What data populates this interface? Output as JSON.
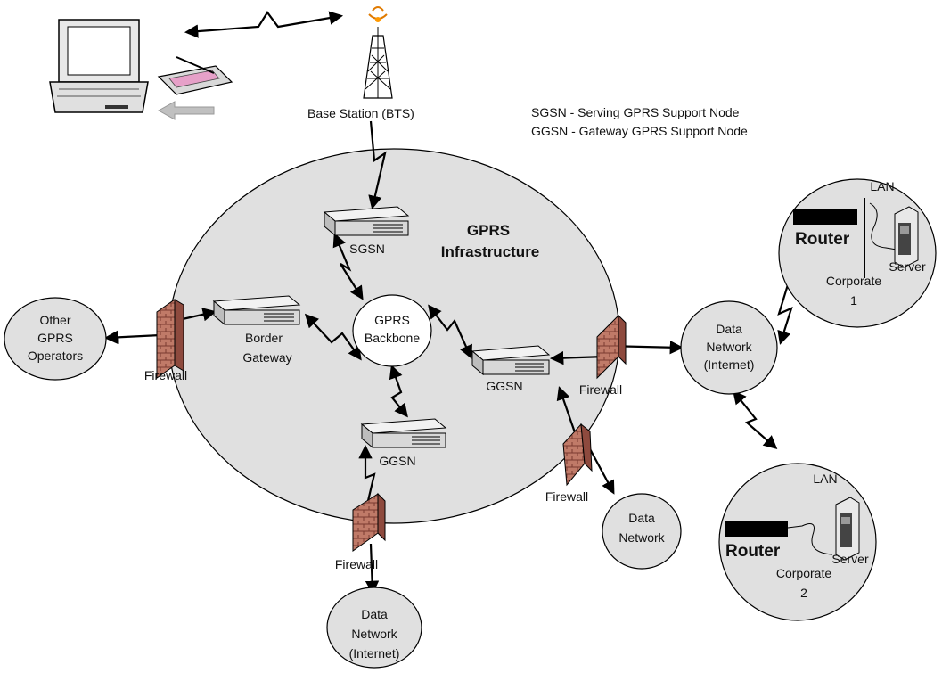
{
  "legend": {
    "sgsn": "SGSN - Serving GPRS Support Node",
    "ggsn": "GGSN - Gateway GPRS Support Node"
  },
  "labels": {
    "base_station": "Base Station (BTS)",
    "infrastructure_line1": "GPRS",
    "infrastructure_line2": "Infrastructure",
    "sgsn": "SGSN",
    "backbone_line1": "GPRS",
    "backbone_line2": "Backbone",
    "border_gateway_line1": "Border",
    "border_gateway_line2": "Gateway",
    "ggsn_right": "GGSN",
    "ggsn_bottom": "GGSN",
    "other_ops_line1": "Other",
    "other_ops_line2": "GPRS",
    "other_ops_line3": "Operators",
    "firewall_left": "Firewall",
    "firewall_right": "Firewall",
    "firewall_mid": "Firewall",
    "firewall_bottom": "Firewall",
    "data_net_internet_line1": "Data",
    "data_net_internet_line2": "Network",
    "data_net_internet_line3": "(Internet)",
    "data_net_mid_line1": "Data",
    "data_net_mid_line2": "Network",
    "data_net_bottom_line1": "Data",
    "data_net_bottom_line2": "Network",
    "data_net_bottom_line3": "(Internet)",
    "corp1_lan": "LAN",
    "corp1_router": "Router",
    "corp1_server": "Server",
    "corp1_name": "Corporate",
    "corp1_num": "1",
    "corp2_lan": "LAN",
    "corp2_router": "Router",
    "corp2_server": "Server",
    "corp2_name": "Corporate",
    "corp2_num": "2"
  },
  "colors": {
    "cloud_fill": "#e0e0e0",
    "firewall_brick": "#b86a5a",
    "device_body": "#d8d8d8",
    "router_bar": "#000000",
    "line": "#000000"
  }
}
